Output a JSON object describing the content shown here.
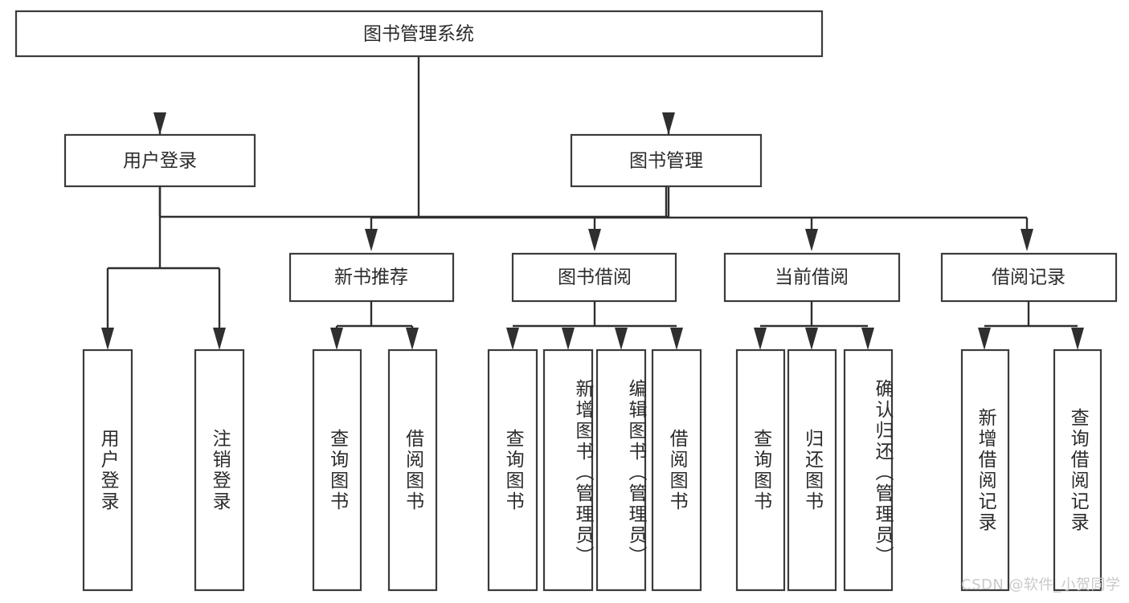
{
  "diagram": {
    "title_node": {
      "label": "图书管理系统"
    },
    "watermark": {
      "text": "CSDN @软件_小贺同学"
    },
    "colors": {
      "box_stroke": "#3b3b3b",
      "connector": "#2f2f2f",
      "text": "#2b2b2b",
      "background": "#ffffff",
      "watermark": "#c9c9c9"
    },
    "level2": [
      {
        "label": "用户登录"
      },
      {
        "label": "图书管理"
      }
    ],
    "level3": [
      {
        "label": "新书推荐"
      },
      {
        "label": "图书借阅"
      },
      {
        "label": "当前借阅"
      },
      {
        "label": "借阅记录"
      }
    ],
    "leaves": {
      "user_login": [
        {
          "label": "用户登录"
        },
        {
          "label": "注销登录"
        }
      ],
      "new_book_recommend": [
        {
          "label": "查询图书"
        },
        {
          "label": "借阅图书"
        }
      ],
      "book_borrow": [
        {
          "label": "查询图书"
        },
        {
          "label": "新增图书（管理员）"
        },
        {
          "label": "编辑图书（管理员）"
        },
        {
          "label": "借阅图书"
        }
      ],
      "current_borrow": [
        {
          "label": "查询图书"
        },
        {
          "label": "归还图书"
        },
        {
          "label": "确认归还（管理员）"
        }
      ],
      "borrow_record": [
        {
          "label": "新增借阅记录"
        },
        {
          "label": "查询借阅记录"
        }
      ]
    }
  },
  "chart_data": {
    "type": "diagram",
    "title": "图书管理系统",
    "orientation": "top-down-tree",
    "nodes": [
      {
        "id": "root",
        "label": "图书管理系统",
        "level": 1
      },
      {
        "id": "login",
        "label": "用户登录",
        "level": 2
      },
      {
        "id": "bookmgmt",
        "label": "图书管理",
        "level": 2
      },
      {
        "id": "recommend",
        "label": "新书推荐",
        "level": 3
      },
      {
        "id": "borrow",
        "label": "图书借阅",
        "level": 3
      },
      {
        "id": "current",
        "label": "当前借阅",
        "level": 3
      },
      {
        "id": "record",
        "label": "借阅记录",
        "level": 3
      },
      {
        "id": "l1",
        "label": "用户登录",
        "level": 4
      },
      {
        "id": "l2",
        "label": "注销登录",
        "level": 4
      },
      {
        "id": "l3",
        "label": "查询图书",
        "level": 4
      },
      {
        "id": "l4",
        "label": "借阅图书",
        "level": 4
      },
      {
        "id": "l5",
        "label": "查询图书",
        "level": 4
      },
      {
        "id": "l6",
        "label": "新增图书（管理员）",
        "level": 4
      },
      {
        "id": "l7",
        "label": "编辑图书（管理员）",
        "level": 4
      },
      {
        "id": "l8",
        "label": "借阅图书",
        "level": 4
      },
      {
        "id": "l9",
        "label": "查询图书",
        "level": 4
      },
      {
        "id": "l10",
        "label": "归还图书",
        "level": 4
      },
      {
        "id": "l11",
        "label": "确认归还（管理员）",
        "level": 4
      },
      {
        "id": "l12",
        "label": "新增借阅记录",
        "level": 4
      },
      {
        "id": "l13",
        "label": "查询借阅记录",
        "level": 4
      }
    ],
    "edges": [
      [
        "root",
        "login"
      ],
      [
        "root",
        "bookmgmt"
      ],
      [
        "bookmgmt",
        "recommend"
      ],
      [
        "bookmgmt",
        "borrow"
      ],
      [
        "bookmgmt",
        "current"
      ],
      [
        "bookmgmt",
        "record"
      ],
      [
        "login",
        "l1"
      ],
      [
        "login",
        "l2"
      ],
      [
        "recommend",
        "l3"
      ],
      [
        "recommend",
        "l4"
      ],
      [
        "borrow",
        "l5"
      ],
      [
        "borrow",
        "l6"
      ],
      [
        "borrow",
        "l7"
      ],
      [
        "borrow",
        "l8"
      ],
      [
        "current",
        "l9"
      ],
      [
        "current",
        "l10"
      ],
      [
        "current",
        "l11"
      ],
      [
        "record",
        "l12"
      ],
      [
        "record",
        "l13"
      ]
    ]
  }
}
